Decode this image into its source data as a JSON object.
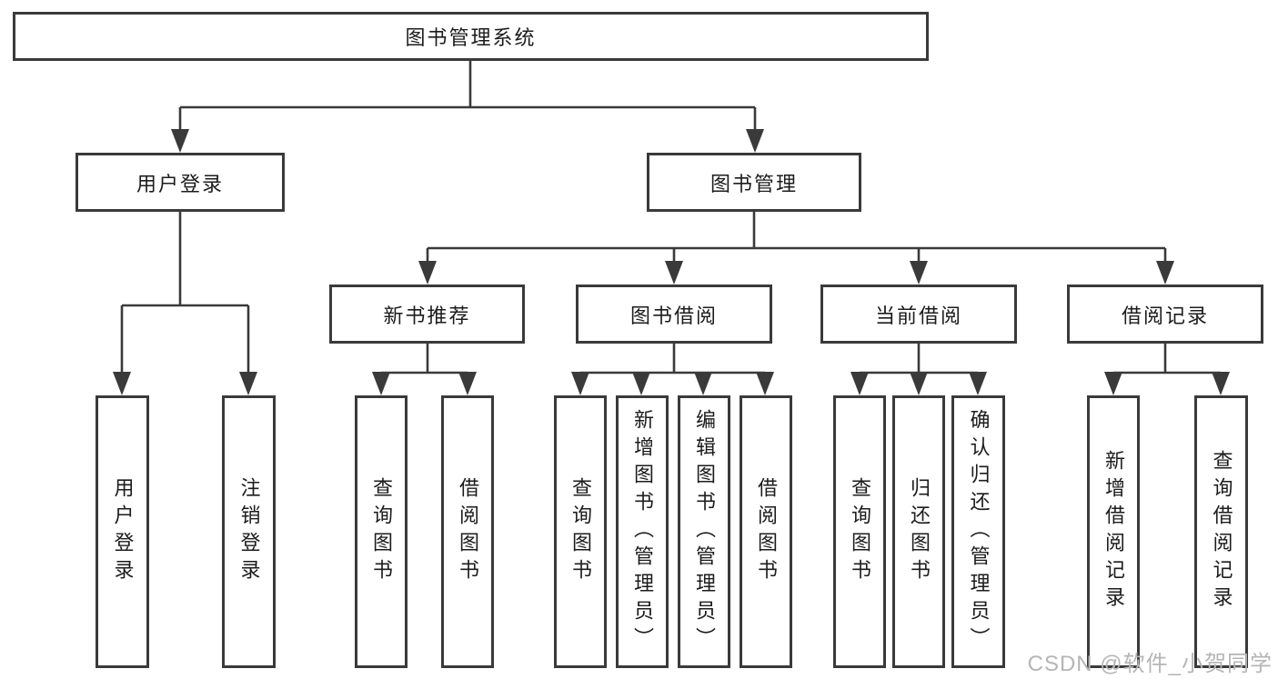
{
  "diagram_type": "function-structure-tree",
  "colors": {
    "line": "#3a3a3a",
    "box_border": "#3a3a3a",
    "box_fill": "#ffffff",
    "text": "#1c1c1c",
    "watermark": "#b5b5b5"
  },
  "tree": {
    "label": "图书管理系统",
    "children": [
      {
        "label": "用户登录",
        "children": [
          {
            "label": "用户登录"
          },
          {
            "label": "注销登录"
          }
        ]
      },
      {
        "label": "图书管理",
        "children": [
          {
            "label": "新书推荐",
            "children": [
              {
                "label": "查询图书"
              },
              {
                "label": "借阅图书"
              }
            ]
          },
          {
            "label": "图书借阅",
            "children": [
              {
                "label": "查询图书"
              },
              {
                "label": "新增图书（管理员）"
              },
              {
                "label": "编辑图书（管理员）"
              },
              {
                "label": "借阅图书"
              }
            ]
          },
          {
            "label": "当前借阅",
            "children": [
              {
                "label": "查询图书"
              },
              {
                "label": "归还图书"
              },
              {
                "label": "确认归还（管理员）"
              }
            ]
          },
          {
            "label": "借阅记录",
            "children": [
              {
                "label": "新增借阅记录"
              },
              {
                "label": "查询借阅记录"
              }
            ]
          }
        ]
      }
    ]
  },
  "watermark": {
    "text": "CSDN @软件_小贺同学"
  }
}
